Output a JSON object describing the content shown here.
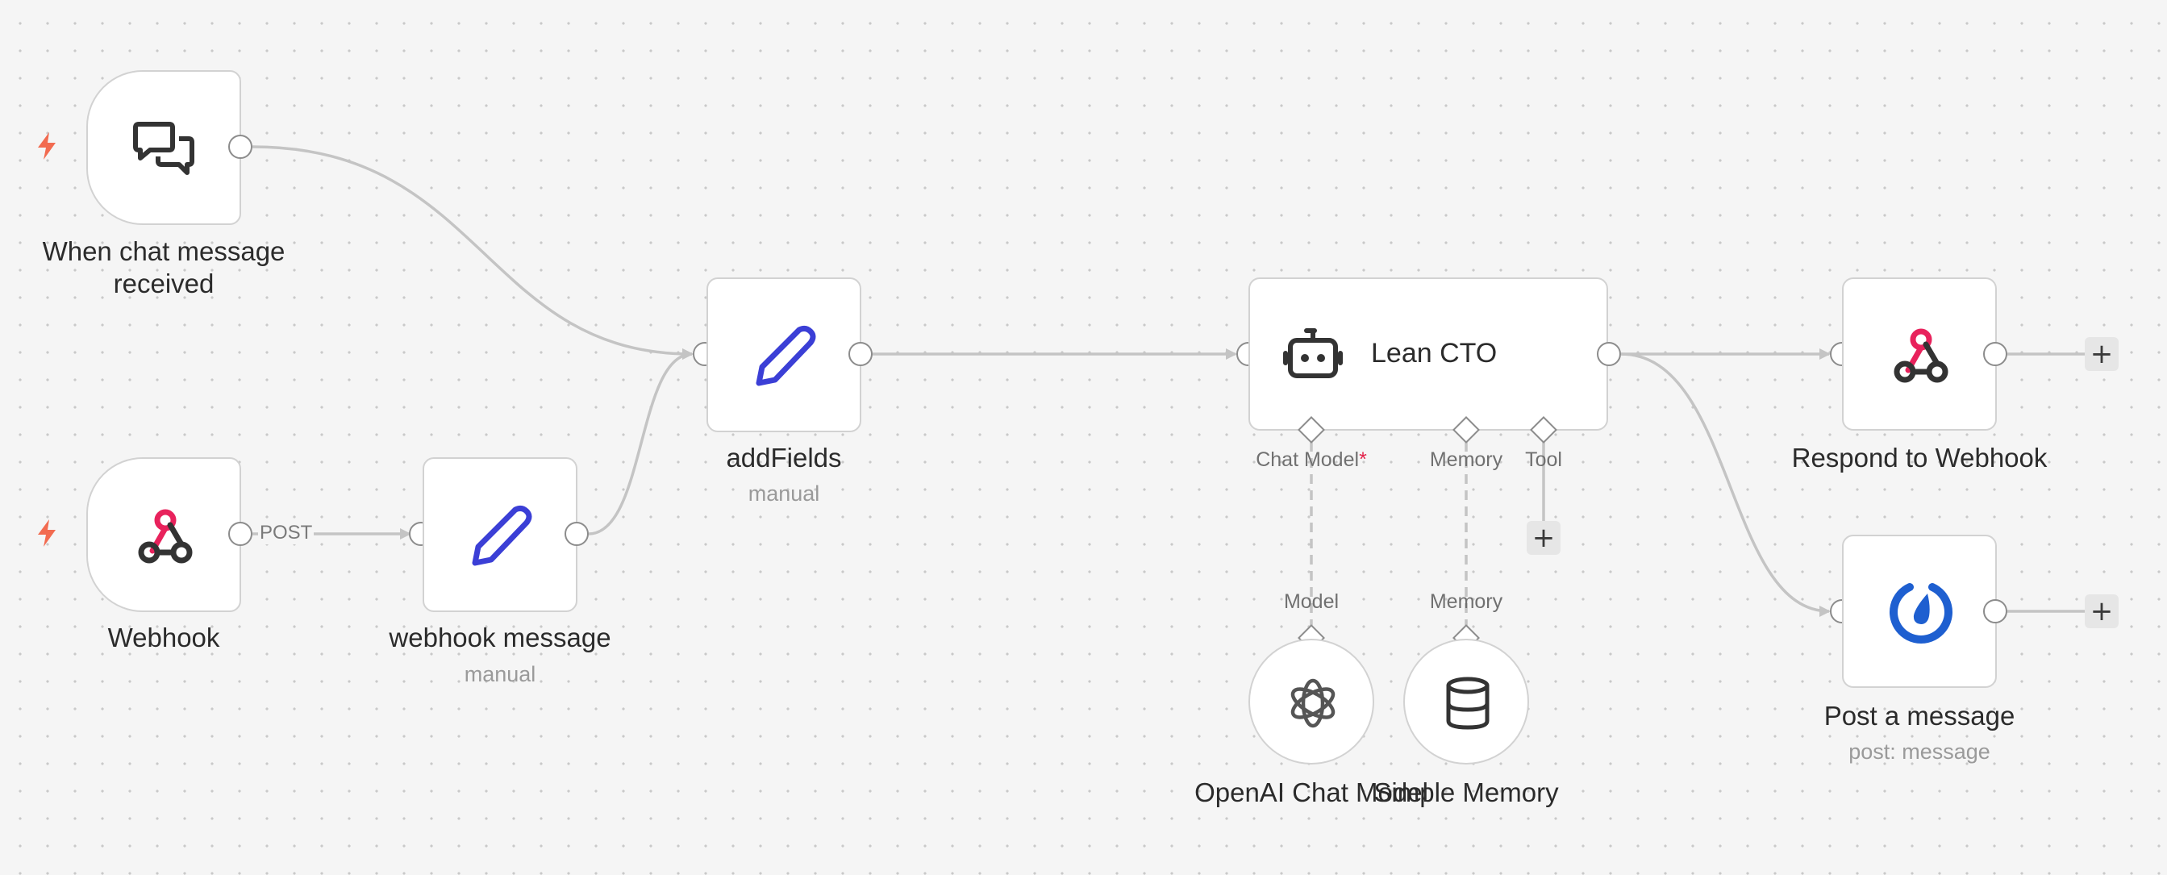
{
  "canvas": {
    "background": "#f5f5f5"
  },
  "colors": {
    "pen": "#3b3fd6",
    "webhook_pink": "#e8225c",
    "mattermost_blue": "#1e5fd0",
    "trigger_bolt": "#f26b50"
  },
  "nodes": {
    "chat_trigger": {
      "label": "When chat message received",
      "icon": "chat-bubbles-icon"
    },
    "webhook": {
      "label": "Webhook",
      "icon": "webhook-icon",
      "output_label": "POST"
    },
    "webhook_message": {
      "label": "webhook message",
      "sublabel": "manual",
      "icon": "pencil-icon"
    },
    "add_fields": {
      "label": "addFields",
      "sublabel": "manual",
      "icon": "pencil-icon"
    },
    "agent": {
      "label": "Lean CTO",
      "icon": "robot-icon",
      "ports": {
        "chat_model": "Chat Model",
        "required_mark": "*",
        "memory": "Memory",
        "tool": "Tool"
      }
    },
    "openai_model": {
      "label": "OpenAI Chat Model",
      "icon": "openai-icon",
      "port_label": "Model"
    },
    "simple_memory": {
      "label": "Simple Memory",
      "icon": "database-icon",
      "port_label": "Memory"
    },
    "respond_webhook": {
      "label": "Respond to Webhook",
      "icon": "webhook-icon"
    },
    "post_message": {
      "label": "Post a message",
      "sublabel": "post: message",
      "icon": "mattermost-icon"
    }
  },
  "add_button_symbol": "+"
}
